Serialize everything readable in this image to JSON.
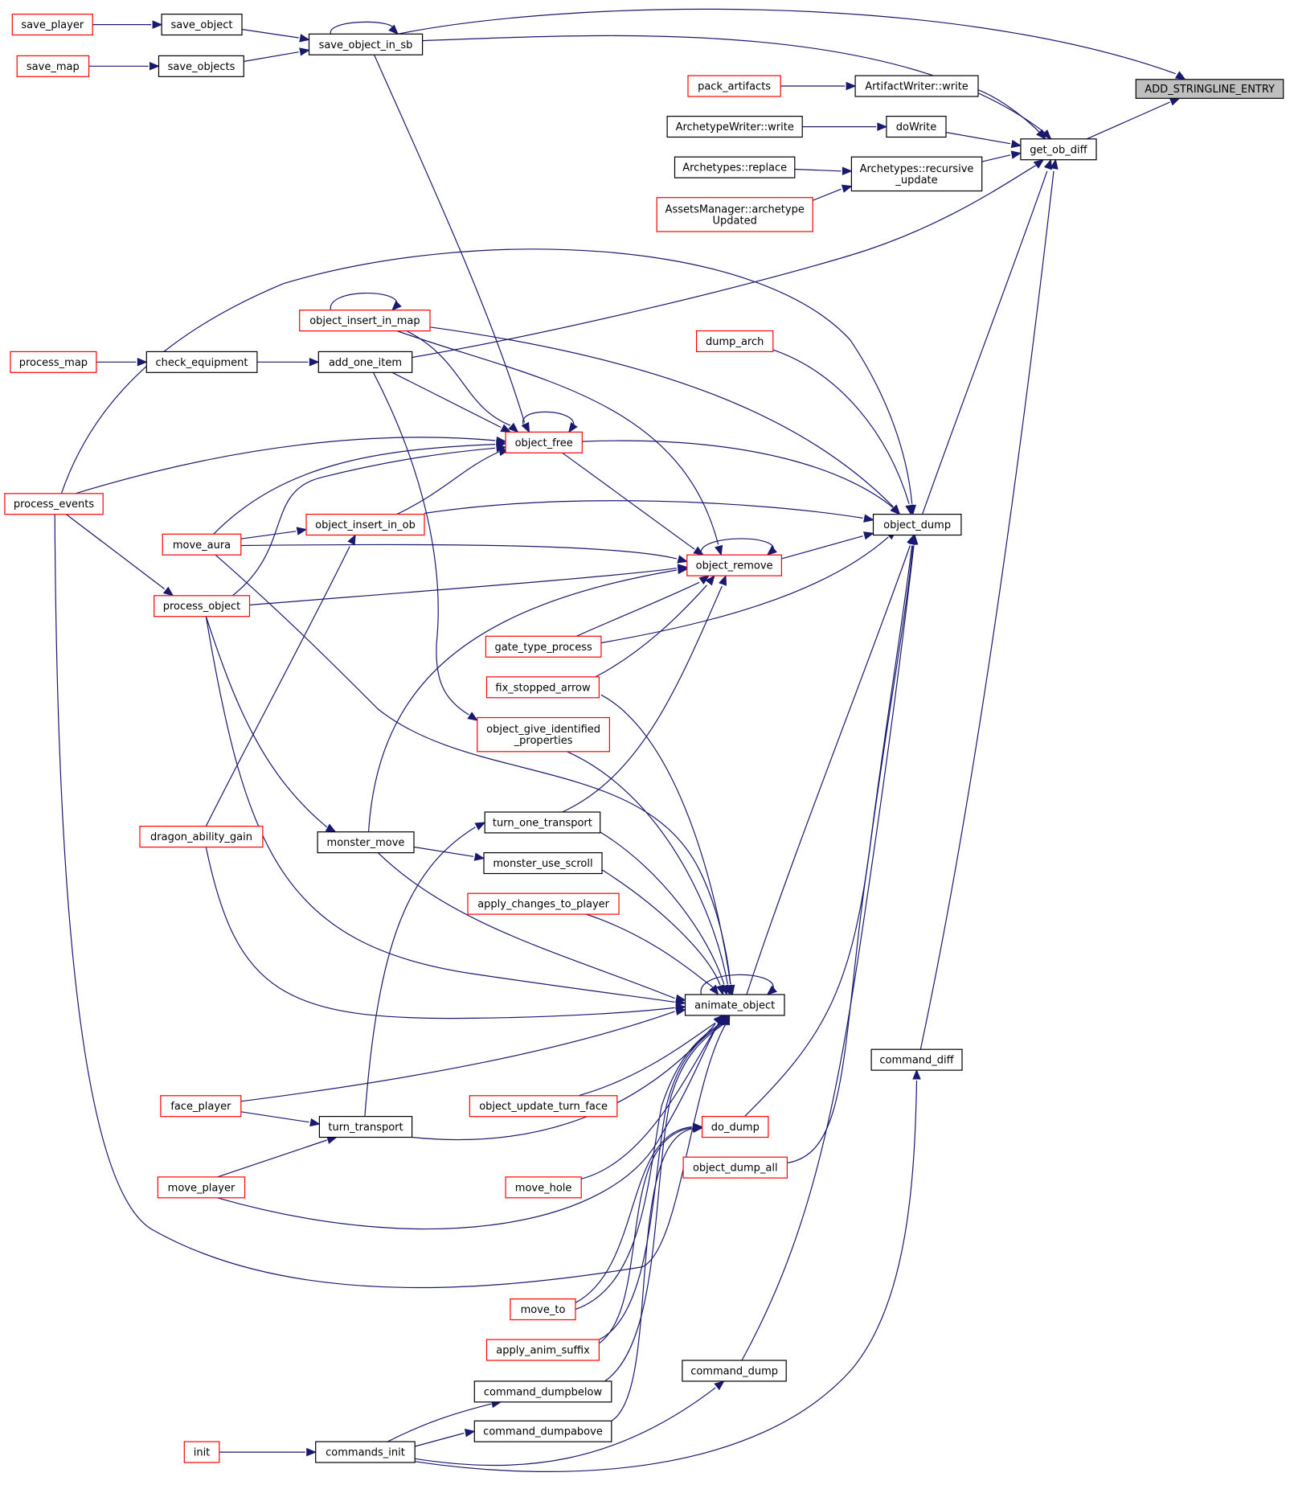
{
  "colors": {
    "edge": "#191970",
    "border_normal": "#000000",
    "border_truncated": "#ff0000",
    "highlight_fill": "#bfbfbf"
  },
  "nodes": [
    {
      "id": "add_stringline_entry",
      "lines": [
        "ADD_STRINGLINE_ENTRY"
      ],
      "style": "current"
    },
    {
      "id": "get_ob_diff",
      "lines": [
        "get_ob_diff"
      ],
      "style": "normal"
    },
    {
      "id": "save_object_in_sb",
      "lines": [
        "save_object_in_sb"
      ],
      "style": "normal"
    },
    {
      "id": "save_object",
      "lines": [
        "save_object"
      ],
      "style": "normal"
    },
    {
      "id": "save_player",
      "lines": [
        "save_player"
      ],
      "style": "truncated"
    },
    {
      "id": "save_objects",
      "lines": [
        "save_objects"
      ],
      "style": "normal"
    },
    {
      "id": "save_map",
      "lines": [
        "save_map"
      ],
      "style": "truncated"
    },
    {
      "id": "artifactwriter_write",
      "lines": [
        "ArtifactWriter::write"
      ],
      "style": "normal"
    },
    {
      "id": "pack_artifacts",
      "lines": [
        "pack_artifacts"
      ],
      "style": "truncated"
    },
    {
      "id": "dowrite",
      "lines": [
        "doWrite"
      ],
      "style": "normal"
    },
    {
      "id": "archetypewriter_write",
      "lines": [
        "ArchetypeWriter::write"
      ],
      "style": "normal"
    },
    {
      "id": "archetypes_recursive_update",
      "lines": [
        "Archetypes::recursive",
        "_update"
      ],
      "style": "normal"
    },
    {
      "id": "archetypes_replace",
      "lines": [
        "Archetypes::replace"
      ],
      "style": "normal"
    },
    {
      "id": "assetsmanager_archetype_updated",
      "lines": [
        "AssetsManager::archetype",
        "Updated"
      ],
      "style": "truncated"
    },
    {
      "id": "object_insert_in_map",
      "lines": [
        "object_insert_in_map"
      ],
      "style": "truncated"
    },
    {
      "id": "dump_arch",
      "lines": [
        "dump_arch"
      ],
      "style": "truncated"
    },
    {
      "id": "process_map",
      "lines": [
        "process_map"
      ],
      "style": "truncated"
    },
    {
      "id": "check_equipment",
      "lines": [
        "check_equipment"
      ],
      "style": "normal"
    },
    {
      "id": "add_one_item",
      "lines": [
        "add_one_item"
      ],
      "style": "normal"
    },
    {
      "id": "object_free",
      "lines": [
        "object_free"
      ],
      "style": "truncated"
    },
    {
      "id": "process_events",
      "lines": [
        "process_events"
      ],
      "style": "truncated"
    },
    {
      "id": "object_insert_in_ob",
      "lines": [
        "object_insert_in_ob"
      ],
      "style": "truncated"
    },
    {
      "id": "object_dump",
      "lines": [
        "object_dump"
      ],
      "style": "normal"
    },
    {
      "id": "move_aura",
      "lines": [
        "move_aura"
      ],
      "style": "truncated"
    },
    {
      "id": "object_remove",
      "lines": [
        "object_remove"
      ],
      "style": "truncated"
    },
    {
      "id": "process_object",
      "lines": [
        "process_object"
      ],
      "style": "truncated"
    },
    {
      "id": "gate_type_process",
      "lines": [
        "gate_type_process"
      ],
      "style": "truncated"
    },
    {
      "id": "fix_stopped_arrow",
      "lines": [
        "fix_stopped_arrow"
      ],
      "style": "truncated"
    },
    {
      "id": "object_give_identified_properties",
      "lines": [
        "object_give_identified",
        "_properties"
      ],
      "style": "truncated"
    },
    {
      "id": "turn_one_transport",
      "lines": [
        "turn_one_transport"
      ],
      "style": "normal"
    },
    {
      "id": "dragon_ability_gain",
      "lines": [
        "dragon_ability_gain"
      ],
      "style": "truncated"
    },
    {
      "id": "monster_move",
      "lines": [
        "monster_move"
      ],
      "style": "normal"
    },
    {
      "id": "monster_use_scroll",
      "lines": [
        "monster_use_scroll"
      ],
      "style": "normal"
    },
    {
      "id": "apply_changes_to_player",
      "lines": [
        "apply_changes_to_player"
      ],
      "style": "truncated"
    },
    {
      "id": "animate_object",
      "lines": [
        "animate_object"
      ],
      "style": "normal"
    },
    {
      "id": "command_diff",
      "lines": [
        "command_diff"
      ],
      "style": "normal"
    },
    {
      "id": "face_player",
      "lines": [
        "face_player"
      ],
      "style": "truncated"
    },
    {
      "id": "object_update_turn_face",
      "lines": [
        "object_update_turn_face"
      ],
      "style": "truncated"
    },
    {
      "id": "turn_transport",
      "lines": [
        "turn_transport"
      ],
      "style": "normal"
    },
    {
      "id": "do_dump",
      "lines": [
        "do_dump"
      ],
      "style": "truncated"
    },
    {
      "id": "object_dump_all",
      "lines": [
        "object_dump_all"
      ],
      "style": "truncated"
    },
    {
      "id": "move_player",
      "lines": [
        "move_player"
      ],
      "style": "truncated"
    },
    {
      "id": "move_hole",
      "lines": [
        "move_hole"
      ],
      "style": "truncated"
    },
    {
      "id": "move_to",
      "lines": [
        "move_to"
      ],
      "style": "truncated"
    },
    {
      "id": "apply_anim_suffix",
      "lines": [
        "apply_anim_suffix"
      ],
      "style": "truncated"
    },
    {
      "id": "command_dump",
      "lines": [
        "command_dump"
      ],
      "style": "normal"
    },
    {
      "id": "command_dumpbelow",
      "lines": [
        "command_dumpbelow"
      ],
      "style": "normal"
    },
    {
      "id": "command_dumpabove",
      "lines": [
        "command_dumpabove"
      ],
      "style": "normal"
    },
    {
      "id": "init",
      "lines": [
        "init"
      ],
      "style": "truncated"
    },
    {
      "id": "commands_init",
      "lines": [
        "commands_init"
      ],
      "style": "normal"
    }
  ]
}
